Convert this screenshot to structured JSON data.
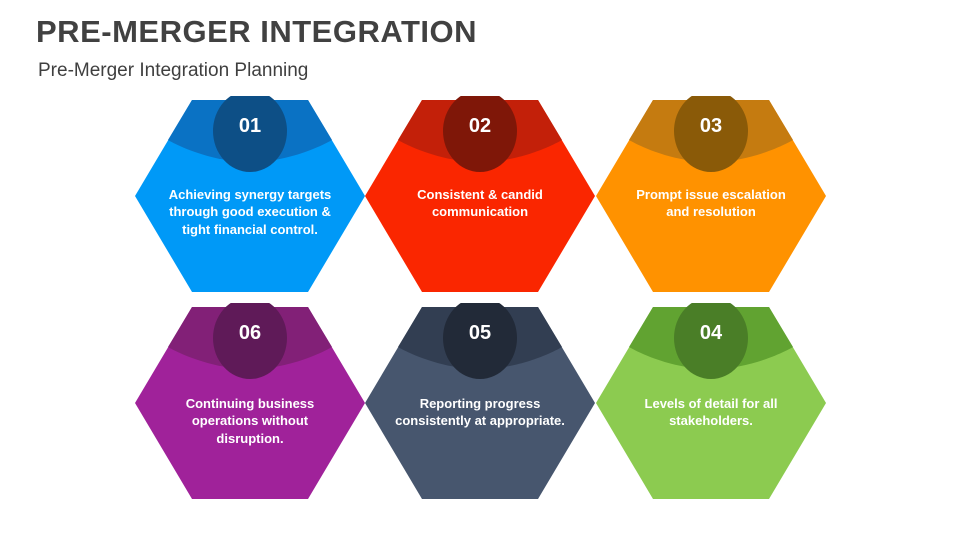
{
  "header": {
    "title": "PRE-MERGER INTEGRATION",
    "subtitle": "Pre-Merger Integration Planning"
  },
  "background_color": "#ffffff",
  "title_color": "#414141",
  "hexagons": [
    {
      "number": "01",
      "text": "Achieving synergy targets through good execution & tight financial control.",
      "body_color": "#0099F7",
      "cap_color": "#0A72C4",
      "badge_color": "#0D4F86",
      "number_color": "#ffffff",
      "text_color": "#ffffff"
    },
    {
      "number": "02",
      "text": "Consistent & candid communication",
      "body_color": "#FA2600",
      "cap_color": "#C32009",
      "badge_color": "#7F1708",
      "number_color": "#ffffff",
      "text_color": "#ffffff"
    },
    {
      "number": "03",
      "text": "Prompt issue escalation and resolution",
      "body_color": "#FF9200",
      "cap_color": "#C57B10",
      "badge_color": "#8A5A08",
      "number_color": "#ffffff",
      "text_color": "#ffffff"
    },
    {
      "number": "06",
      "text": "Continuing business operations without disruption.",
      "body_color": "#A0229A",
      "cap_color": "#822077",
      "badge_color": "#5F1A58",
      "number_color": "#ffffff",
      "text_color": "#ffffff"
    },
    {
      "number": "05",
      "text": "Reporting progress consistently at appropriate.",
      "body_color": "#47566E",
      "cap_color": "#323E52",
      "badge_color": "#222A38",
      "number_color": "#ffffff",
      "text_color": "#ffffff"
    },
    {
      "number": "04",
      "text": "Levels of detail for all stakeholders.",
      "body_color": "#8CCB50",
      "cap_color": "#61A331",
      "badge_color": "#4A7E27",
      "number_color": "#ffffff",
      "text_color": "#ffffff"
    }
  ]
}
